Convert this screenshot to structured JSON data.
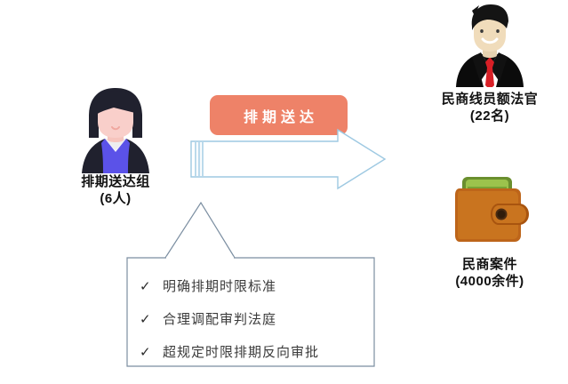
{
  "diagram": {
    "source": {
      "icon": "woman-avatar-icon",
      "title": "排期送达组",
      "subtitle": "(6人)"
    },
    "flow": {
      "banner_label": "排期送达",
      "arrow": "right-block-arrow",
      "banner_color": "#ee8268",
      "arrow_color": "#a8cde4"
    },
    "checklist": {
      "items": [
        "明确排期时限标准",
        "合理调配审判法庭",
        "超规定时限排期反向审批"
      ],
      "check_glyph": "✓",
      "border_color": "#6a7f94"
    },
    "targets": [
      {
        "icon": "businessman-judge-icon",
        "title": "民商线员额法官",
        "subtitle": "(22名)"
      },
      {
        "icon": "wallet-icon",
        "title": "民商案件",
        "subtitle": "(4000余件)"
      }
    ]
  }
}
